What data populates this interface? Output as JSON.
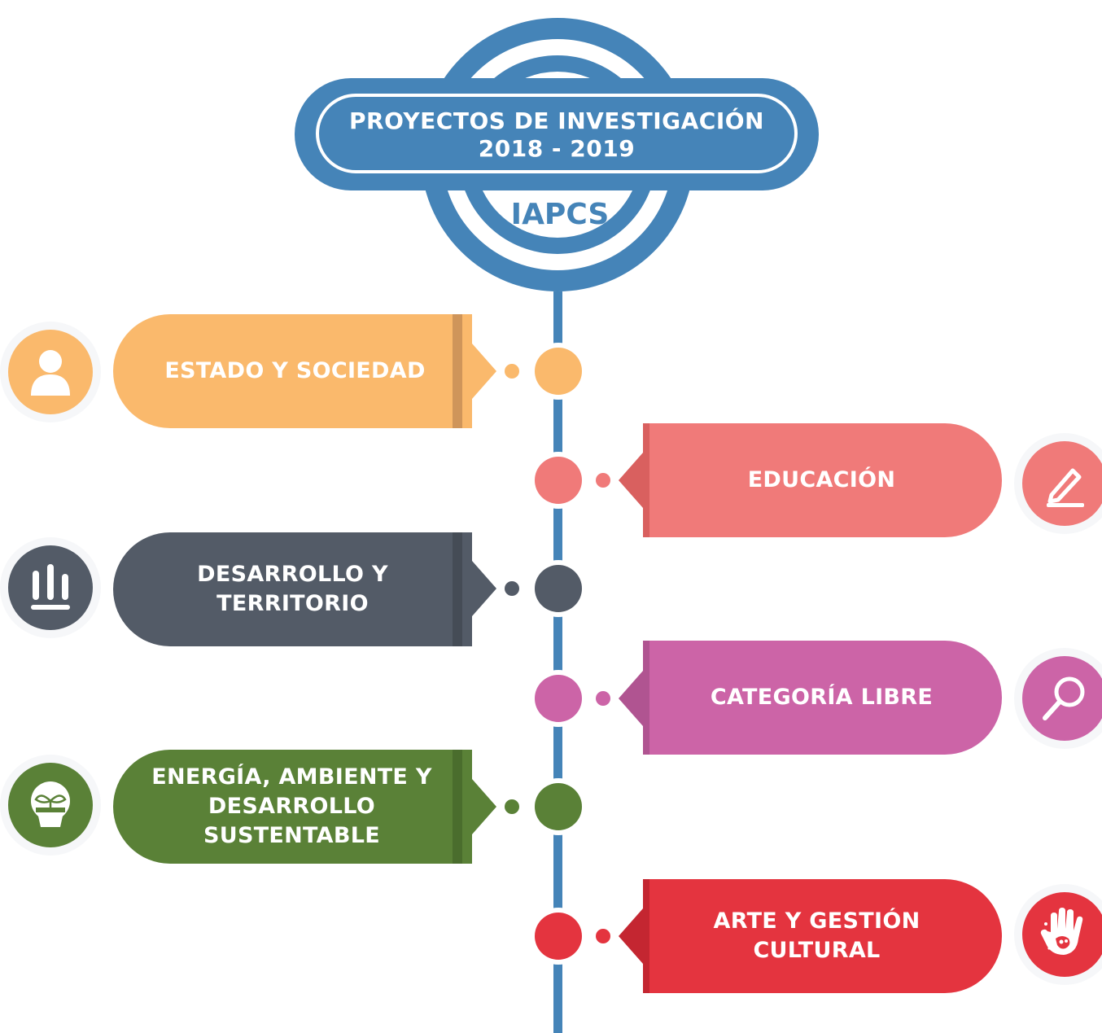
{
  "header": {
    "title_line1": "PROYECTOS DE INVESTIGACIÓN",
    "title_line2": "2018 - 2019",
    "subtitle": "IAPCS"
  },
  "colors": {
    "primary": "#4584b8",
    "estado": "#fab96c",
    "educacion": "#f07a79",
    "desarrollo": "#535b67",
    "categoria": "#cc64a7",
    "energia": "#5a8137",
    "arte": "#e4343f"
  },
  "categories": [
    {
      "label": "ESTADO Y SOCIEDAD",
      "icon": "person-icon"
    },
    {
      "label": "EDUCACIÓN",
      "icon": "pencil-icon"
    },
    {
      "label": "DESARROLLO Y TERRITORIO",
      "icon": "bar-chart-icon"
    },
    {
      "label": "CATEGORÍA LIBRE",
      "icon": "magnifier-icon"
    },
    {
      "label_line1": "ENERGÍA, AMBIENTE Y",
      "label_line2": "DESARROLLO SUSTENTABLE",
      "icon": "plant-pot-icon"
    },
    {
      "label": "ARTE Y GESTIÓN CULTURAL",
      "icon": "painted-hand-icon"
    }
  ]
}
